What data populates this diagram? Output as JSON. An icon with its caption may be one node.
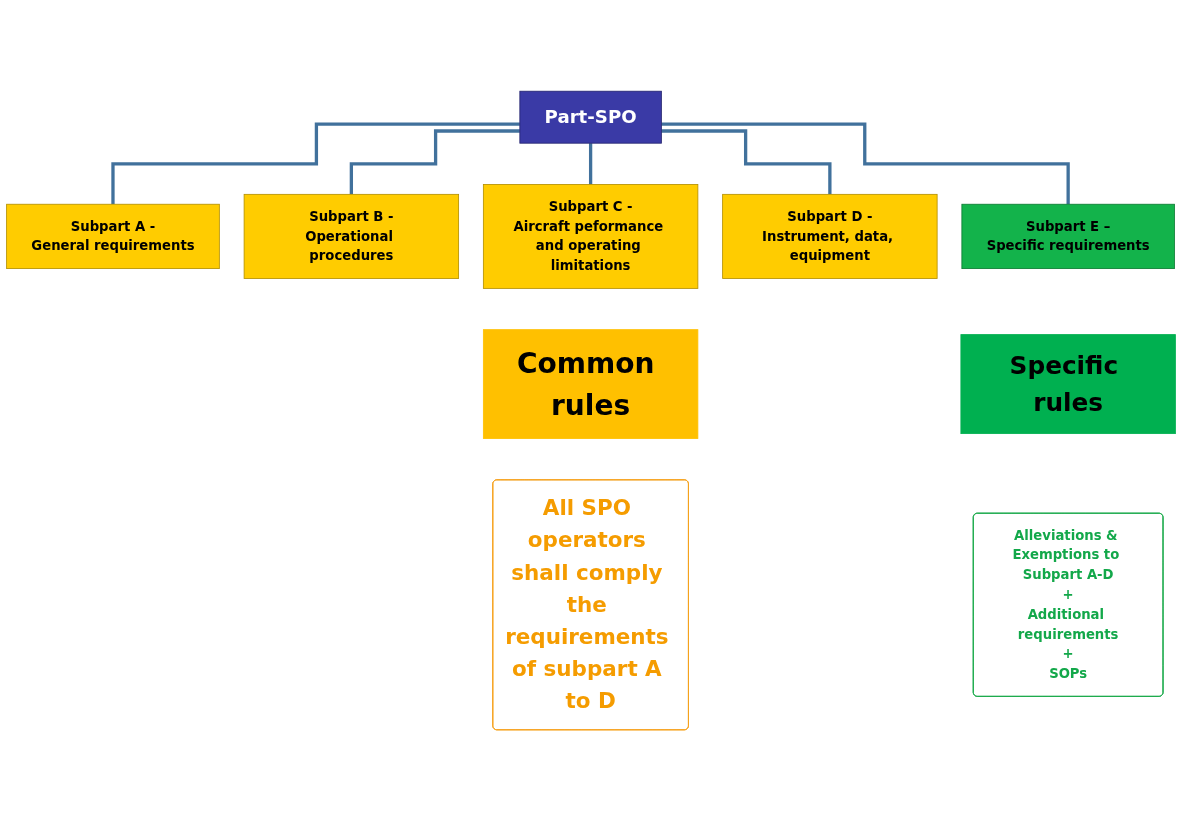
{
  "diagram": {
    "nodes": [
      {
        "text": [
          "Part-SPO"
        ]
      },
      {
        "text": [
          "Subpart A -",
          "General requirements"
        ]
      },
      {
        "text": [
          "Subpart B -",
          "Operational procedures"
        ]
      },
      {
        "text": [
          "Subpart C -",
          "Aircraft peformance and operating limitations"
        ]
      },
      {
        "text": [
          "Subpart D -",
          "Instrument, data, equipment"
        ]
      },
      {
        "text": [
          "Subpart E –",
          "Specific requirements"
        ]
      },
      {
        "text": [
          "Common rules"
        ]
      },
      {
        "text": [
          "Specific rules"
        ]
      },
      {
        "text": [
          "All SPO operators shall comply the requirements of subpart A to D"
        ]
      },
      {
        "text": [
          "Alleviations & Exemptions to Subpart A-D",
          "+",
          "Additional requirements",
          "+",
          "SOPs"
        ]
      }
    ],
    "edges": [
      {
        "from": 0,
        "to": 1,
        "arrow": "none"
      },
      {
        "from": 0,
        "to": 2,
        "arrow": "none"
      },
      {
        "from": 0,
        "to": 3,
        "arrow": "none"
      },
      {
        "from": 0,
        "to": 4,
        "arrow": "none"
      },
      {
        "from": 0,
        "to": 5,
        "arrow": "none"
      }
    ]
  }
}
